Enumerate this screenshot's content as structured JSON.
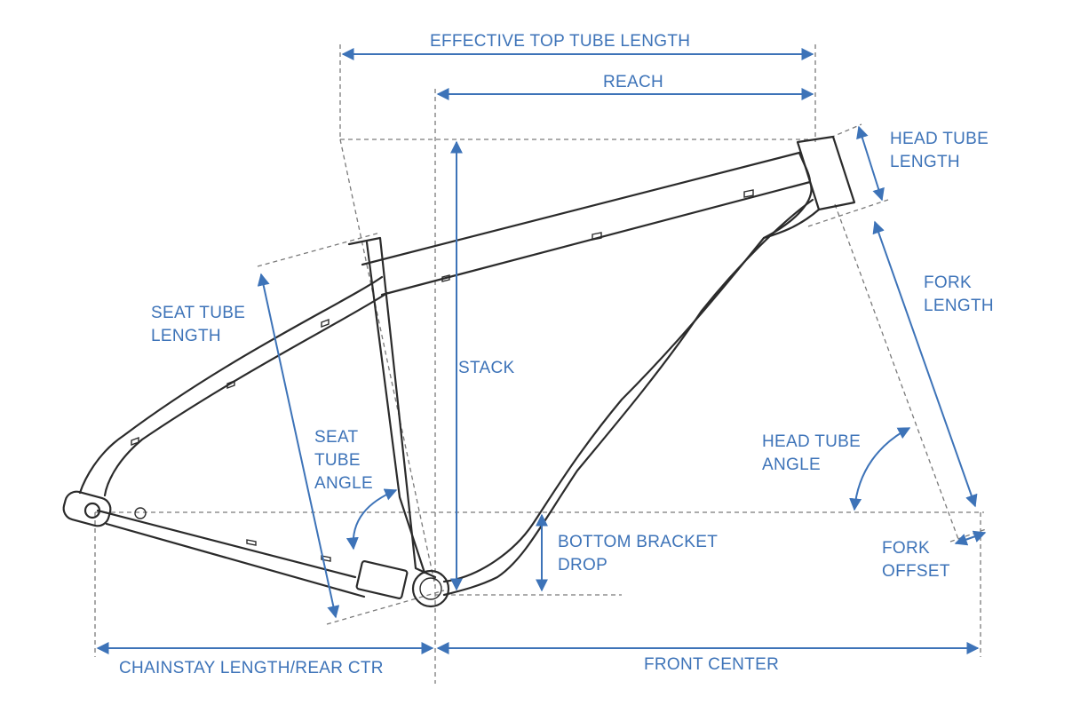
{
  "title": "",
  "colors": {
    "dimension": "#3d73b8",
    "frame": "#2b2b2b",
    "guide": "#7a7a7a"
  },
  "labels": {
    "effective_top_tube": "EFFECTIVE TOP TUBE LENGTH",
    "reach": "REACH",
    "head_tube_length": [
      "HEAD TUBE",
      "LENGTH"
    ],
    "fork_length": [
      "FORK",
      "LENGTH"
    ],
    "seat_tube_length": [
      "SEAT TUBE",
      "LENGTH"
    ],
    "stack": "STACK",
    "seat_tube_angle": [
      "SEAT",
      "TUBE",
      "ANGLE"
    ],
    "head_tube_angle": [
      "HEAD TUBE",
      "ANGLE"
    ],
    "bottom_bracket_drop": [
      "BOTTOM BRACKET",
      "DROP"
    ],
    "fork_offset": [
      "FORK",
      "OFFSET"
    ],
    "chainstay_length": "CHAINSTAY LENGTH/REAR CTR",
    "front_center": "FRONT CENTER"
  }
}
